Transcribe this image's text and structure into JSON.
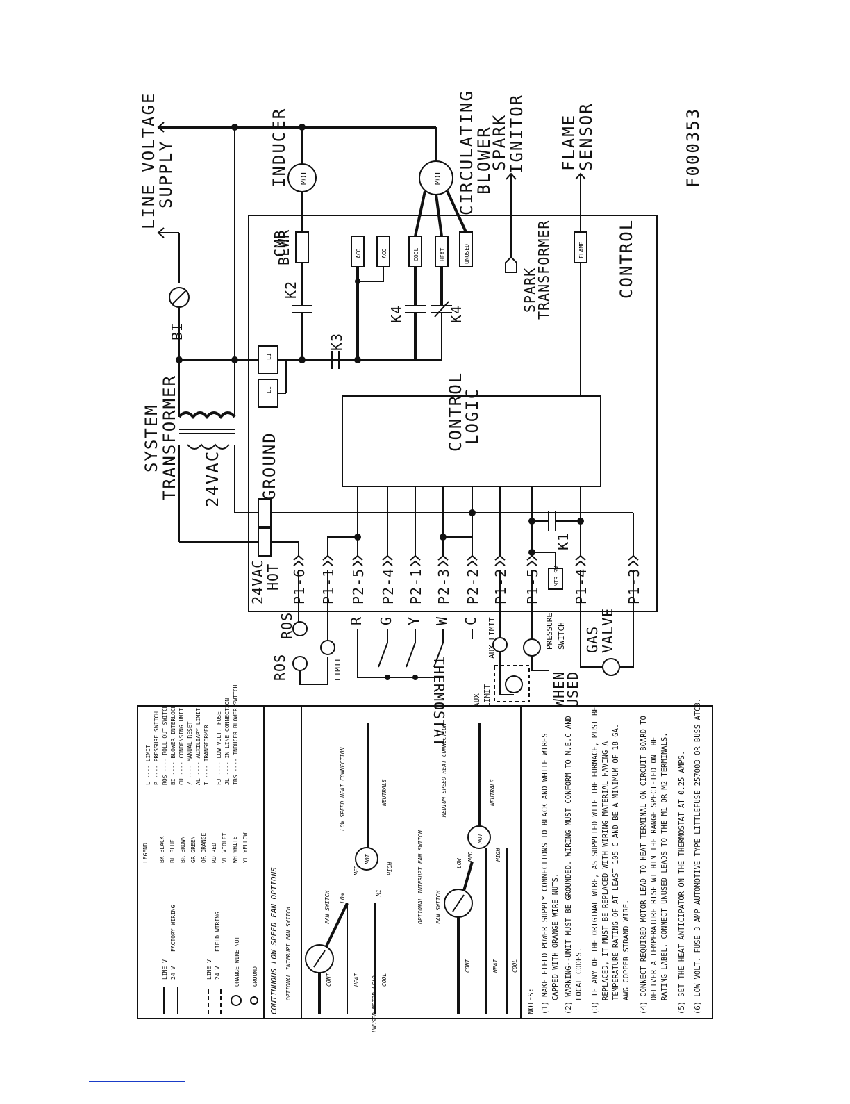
{
  "diagram": {
    "figure_id": "F000353",
    "line_voltage": "LINE VOLTAGE",
    "supply": "SUPPLY",
    "inducer": "INDUCER",
    "mot": "MOT",
    "circulating": "CIRCULATING",
    "blower": "BLOWER",
    "spark": "SPARK",
    "ignitor": "IGNITOR",
    "flame": "FLAME",
    "sensor": "SENSOR",
    "system": "SYSTEM",
    "transformer": "TRANSFORMER",
    "spark_transformer_1": "SPARK",
    "spark_transformer_2": "TRANSFORMER",
    "control": "CONTROL",
    "control_logic_1": "CONTROL",
    "control_logic_2": "LOGIC",
    "vac24": "24VAC",
    "ground": "GROUND",
    "hot_1": "24VAC",
    "hot_2": "HOT",
    "bi": "BI",
    "cmb": "CMB",
    "blwr": "BLWR",
    "k1": "K1",
    "k2": "K2",
    "k3": "K3",
    "k4": "K4",
    "k4b": "K4",
    "terminals": [
      "ACO",
      "ACO",
      "COOL",
      "HEAT",
      "UNUSED",
      "FLAME",
      "L1",
      "L1"
    ],
    "mtr": "MTR SW",
    "thermostat": "THERMOSTAT",
    "ros_1": "ROS",
    "ros_2": "ROS",
    "limit": "LIMIT",
    "aux_limit_1": "AUX LIMIT",
    "aux_limit_2a": "AUX",
    "aux_limit_2b": "LIMIT",
    "pressure_1": "PRESSURE",
    "pressure_2": "SWITCH",
    "gas_1": "GAS",
    "gas_2": "VALVE",
    "when_used_1": "WHEN",
    "when_used_2": "USED",
    "pins": [
      "P1-6",
      "P1-1",
      "P2-5",
      "P2-4",
      "P2-1",
      "P2-3",
      "P2-2",
      "P1-2",
      "P1-5",
      "P1-4",
      "P1-3"
    ],
    "stat_letters": [
      "R",
      "G",
      "Y",
      "W",
      "C"
    ]
  },
  "legend": {
    "title": "LEGEND",
    "line_types": [
      "LINE V",
      "24 V",
      "FACTORY WIRING",
      "LINE V",
      "24 V",
      "FIELD WIRING",
      "ORANGE WIRE NUT",
      "GROUND"
    ],
    "colors": [
      "BK BLACK",
      "BL BLUE",
      "BR BROWN",
      "GR GREEN",
      "OR ORANGE",
      "RD RED",
      "VL VIOLET",
      "WH WHITE",
      "YL YELLOW"
    ],
    "components": [
      "L ---- LIMIT",
      "P ---- PRESSURE SWITCH",
      "ROS ---- ROLL OUT SWITCH",
      "BI ---- BLOWER INTERLOCK",
      "CU ---- CONDENSING UNIT",
      "/ ---- MANUAL RESET",
      "AL ---- AUXILIARY LIMIT",
      "T ---- TRANSFORMER",
      "FJ ---- LOW VOLT. FUSE",
      "JL ---- IN LINE CONNECTION",
      "IBS ---- INDUCER BLOWER SWITCH"
    ]
  },
  "fan_options": {
    "title": "CONTINUOUS LOW SPEED FAN OPTIONS",
    "optional_1": "OPTIONAL INTERUPT FAN SWITCH",
    "optional_2": "OPTIONAL INTERUPT FAN SWITCH",
    "fan_switch": "FAN SWITCH",
    "cont": "CONT",
    "heat": "HEAT",
    "cool": "COOL",
    "low": "LOW",
    "med": "MED",
    "high": "HIGH",
    "mot": "MOT",
    "m1": "M1",
    "unused_motor_lead": "UNUSED MOTOR LEAD",
    "low_speed_heat": "LOW SPEED HEAT CONNECTION",
    "med_speed_heat": "MEDIUM SPEED HEAT CONNECTION",
    "neutrals": "NEUTRALS"
  },
  "notes": {
    "title": "NOTES:",
    "lines": [
      "(1) MAKE FIELD POWER SUPPLY CONNECTIONS TO BLACK AND WHITE WIRES",
      "CAPPED WITH ORANGE WIRE NUTS.",
      "(2) WARNING--UNIT MUST BE GROUNDED. WIRING MUST CONFORM TO N.E.C AND",
      "LOCAL CODES.",
      "(3) IF ANY OF THE ORIGINAL WIRE, AS SUPPLIED WITH THE FURNACE, MUST BE",
      "REPLACED, IT MUST BE REPLACED WITH WIRING MATERIAL HAVING A",
      "TEMPERATURE RATING OF AT LEAST 105 C AND BE A MINIMUM OF 18 GA.",
      "AWG COPPER STRAND WIRE.",
      "(4) CONNECT REQUIRED MOTOR LEAD TO HEAT TERMINAL ON CIRCUIT BOARD TO",
      "DELIVER A TEMPERATURE RISE WITHIN THE RANGE SPECIFIED ON THE",
      "RATING LABEL. CONNECT UNUSED LEADS TO THE M1 OR M2 TERMINALS.",
      "(5) SET THE HEAT ANTICIPATOR ON THE THERMOSTAT AT 0.25 AMPS.",
      "(6) LOW VOLT. FUSE 3 AMP AUTOMOTIVE TYPE LITTLEFUSE 257003 OR BUSS ATC3."
    ]
  }
}
